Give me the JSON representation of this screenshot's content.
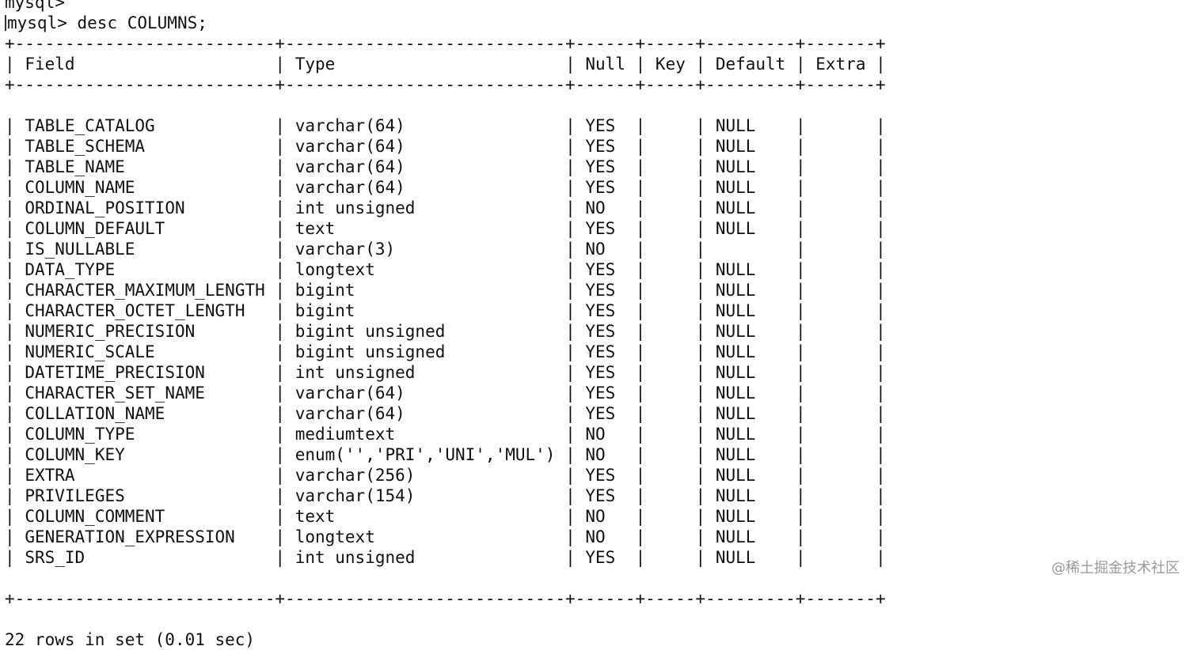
{
  "terminal": {
    "partial_prev_line": "mysql>",
    "prompt": "mysql>",
    "command": "desc COLUMNS;",
    "columns": [
      "Field",
      "Type",
      "Null",
      "Key",
      "Default",
      "Extra"
    ],
    "rows": [
      [
        "TABLE_CATALOG",
        "varchar(64)",
        "YES",
        "",
        "NULL",
        ""
      ],
      [
        "TABLE_SCHEMA",
        "varchar(64)",
        "YES",
        "",
        "NULL",
        ""
      ],
      [
        "TABLE_NAME",
        "varchar(64)",
        "YES",
        "",
        "NULL",
        ""
      ],
      [
        "COLUMN_NAME",
        "varchar(64)",
        "YES",
        "",
        "NULL",
        ""
      ],
      [
        "ORDINAL_POSITION",
        "int unsigned",
        "NO",
        "",
        "NULL",
        ""
      ],
      [
        "COLUMN_DEFAULT",
        "text",
        "YES",
        "",
        "NULL",
        ""
      ],
      [
        "IS_NULLABLE",
        "varchar(3)",
        "NO",
        "",
        "",
        ""
      ],
      [
        "DATA_TYPE",
        "longtext",
        "YES",
        "",
        "NULL",
        ""
      ],
      [
        "CHARACTER_MAXIMUM_LENGTH",
        "bigint",
        "YES",
        "",
        "NULL",
        ""
      ],
      [
        "CHARACTER_OCTET_LENGTH",
        "bigint",
        "YES",
        "",
        "NULL",
        ""
      ],
      [
        "NUMERIC_PRECISION",
        "bigint unsigned",
        "YES",
        "",
        "NULL",
        ""
      ],
      [
        "NUMERIC_SCALE",
        "bigint unsigned",
        "YES",
        "",
        "NULL",
        ""
      ],
      [
        "DATETIME_PRECISION",
        "int unsigned",
        "YES",
        "",
        "NULL",
        ""
      ],
      [
        "CHARACTER_SET_NAME",
        "varchar(64)",
        "YES",
        "",
        "NULL",
        ""
      ],
      [
        "COLLATION_NAME",
        "varchar(64)",
        "YES",
        "",
        "NULL",
        ""
      ],
      [
        "COLUMN_TYPE",
        "mediumtext",
        "NO",
        "",
        "NULL",
        ""
      ],
      [
        "COLUMN_KEY",
        "enum('','PRI','UNI','MUL')",
        "NO",
        "",
        "NULL",
        ""
      ],
      [
        "EXTRA",
        "varchar(256)",
        "YES",
        "",
        "NULL",
        ""
      ],
      [
        "PRIVILEGES",
        "varchar(154)",
        "YES",
        "",
        "NULL",
        ""
      ],
      [
        "COLUMN_COMMENT",
        "text",
        "NO",
        "",
        "NULL",
        ""
      ],
      [
        "GENERATION_EXPRESSION",
        "longtext",
        "NO",
        "",
        "NULL",
        ""
      ],
      [
        "SRS_ID",
        "int unsigned",
        "YES",
        "",
        "NULL",
        ""
      ]
    ],
    "footer": "22 rows in set (0.01 sec)"
  },
  "watermark": "@稀土掘金技术社区"
}
